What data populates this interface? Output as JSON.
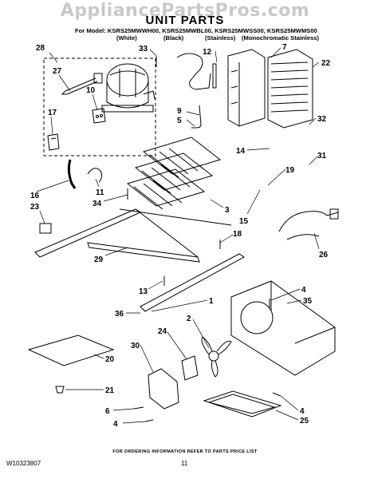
{
  "watermark": "AppliancePartsPros.com",
  "title": "UNIT PARTS",
  "models_line": "For Model: KSRS25MWWH00, KSRS25MWBL00, KSRS25MWSS00, KSRS25MWMS00",
  "color_labels": [
    "(White)",
    "(Black)",
    "(Stainless)",
    "(Monochromatic Stainless)"
  ],
  "callouts": [
    "28",
    "33",
    "12",
    "7",
    "22",
    "27",
    "10",
    "17",
    "9",
    "5",
    "32",
    "14",
    "31",
    "19",
    "16",
    "11",
    "34",
    "23",
    "3",
    "15",
    "18",
    "29",
    "26",
    "13",
    "4",
    "35",
    "1",
    "36",
    "2",
    "24",
    "30",
    "20",
    "21",
    "6",
    "4",
    "25",
    "4"
  ],
  "footer_note": "FOR ORDERING INFORMATION REFER TO PARTS PRICE LIST",
  "doc_number": "W10323807",
  "page_number": "11"
}
